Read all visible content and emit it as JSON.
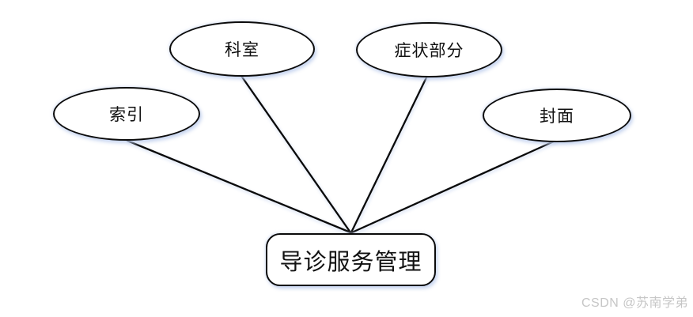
{
  "colors": {
    "stroke": "#0a0a0a",
    "node_fill": "#ffffff",
    "glow": "#bcccec",
    "watermark": "#c6c6c6"
  },
  "diagram": {
    "center": {
      "id": "center",
      "label": "导诊服务管理"
    },
    "nodes": [
      {
        "id": "index",
        "label": "索引"
      },
      {
        "id": "department",
        "label": "科室"
      },
      {
        "id": "symptom",
        "label": "症状部分"
      },
      {
        "id": "cover",
        "label": "封面"
      }
    ],
    "edges": [
      {
        "from": "index",
        "to": "center"
      },
      {
        "from": "department",
        "to": "center"
      },
      {
        "from": "symptom",
        "to": "center"
      },
      {
        "from": "cover",
        "to": "center"
      }
    ]
  },
  "watermark": {
    "text": "CSDN @苏南学弟"
  }
}
